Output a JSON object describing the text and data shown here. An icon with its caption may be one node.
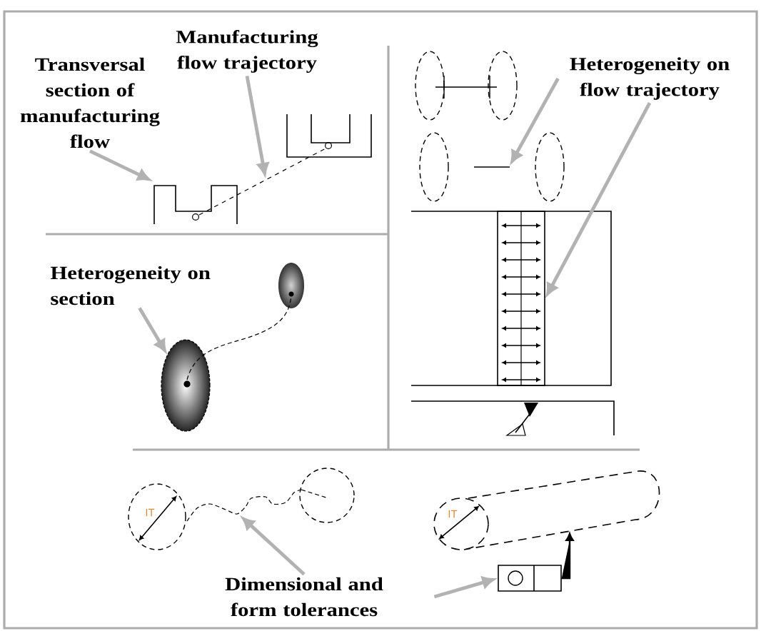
{
  "diagram": {
    "nodes": [
      {
        "text": [
          "Transversal section of manufacturing flow"
        ]
      },
      {
        "text": [
          "Manufacturing flow trajectory"
        ]
      },
      {
        "text": [
          "Heterogeneity on flow trajectory"
        ]
      },
      {
        "text": [],
        "shape": "box"
      },
      {
        "text": [
          "Heterogeneity on section"
        ]
      },
      {
        "text": [],
        "shape": "ellipse"
      },
      {
        "text": [
          "Dimensional and form tolerances"
        ]
      },
      {
        "text": [],
        "shape": "box"
      }
    ],
    "edges": [
      {
        "from": 0,
        "to": null,
        "arrow": "to"
      },
      {
        "from": 1,
        "to": null,
        "arrow": "to"
      },
      {
        "from": 2,
        "to": null,
        "arrow": "to"
      },
      {
        "from": 2,
        "to": 3,
        "arrow": "to"
      },
      {
        "from": 4,
        "to": 5,
        "arrow": "to"
      },
      {
        "from": 6,
        "to": null,
        "arrow": "to"
      },
      {
        "from": 6,
        "to": 7,
        "arrow": "to"
      },
      {
        "from": 7,
        "to": null,
        "arrow": "to",
        "color": "#000000"
      }
    ],
    "labels": [
      "IT",
      "IT"
    ]
  }
}
